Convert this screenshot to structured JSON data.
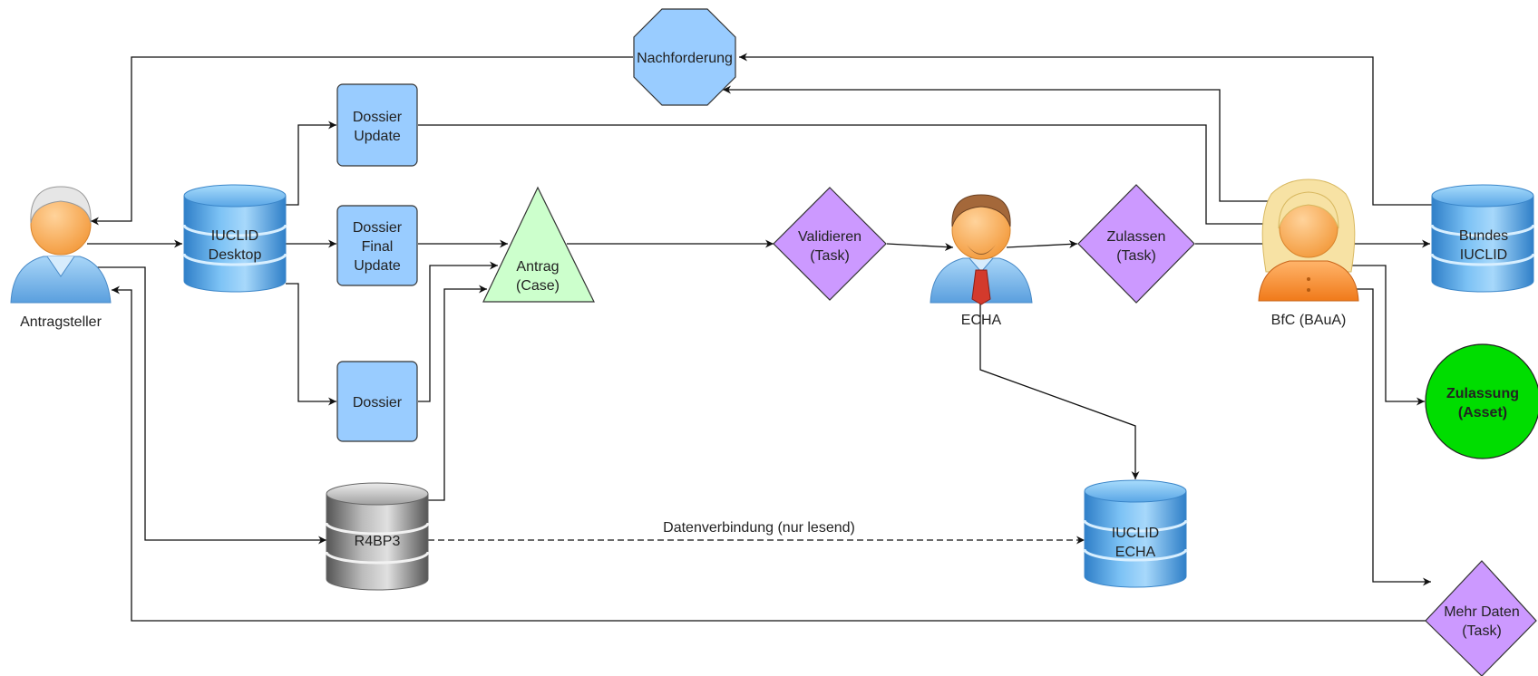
{
  "nodes": {
    "antragsteller": {
      "label": "Antragsteller",
      "icon": "person-gray-hair-icon"
    },
    "iuclid_desktop": {
      "line1": "IUCLID",
      "line2": "Desktop",
      "icon": "database-blue-icon"
    },
    "dossier_update": {
      "line1": "Dossier",
      "line2": "Update"
    },
    "dossier_final_update": {
      "line1": "Dossier",
      "line2": "Final",
      "line3": "Update"
    },
    "dossier": {
      "label": "Dossier"
    },
    "antrag_case": {
      "line1": "Antrag",
      "line2": "(Case)"
    },
    "r4bp3": {
      "label": "R4BP3",
      "icon": "database-gray-icon"
    },
    "nachforderung": {
      "label": "Nachforderung"
    },
    "validieren": {
      "line1": "Validieren",
      "line2": "(Task)"
    },
    "echa": {
      "label": "ECHA",
      "icon": "person-brown-hair-icon"
    },
    "zulassen": {
      "line1": "Zulassen",
      "line2": "(Task)"
    },
    "bfc": {
      "label": "BfC (BAuA)",
      "icon": "person-blonde-hair-icon"
    },
    "bundes_iuclid": {
      "line1": "Bundes",
      "line2": "IUCLID",
      "icon": "database-blue-icon"
    },
    "zulassung_asset": {
      "line1": "Zulassung",
      "line2": "(Asset)"
    },
    "iuclid_echa": {
      "line1": "IUCLID",
      "line2": "ECHA",
      "icon": "database-blue-icon"
    },
    "mehr_daten": {
      "line1": "Mehr Daten",
      "line2": "(Task)"
    }
  },
  "edges": {
    "datenverbindung": "Datenverbindung (nur lesend)"
  },
  "colors": {
    "box_fill": "#99ccff",
    "diamond_fill": "#cc99ff",
    "triangle_fill": "#ccffcc",
    "octagon_fill": "#99ccff",
    "asset_fill": "#00dd00",
    "db_blue": "#5aa6e6",
    "db_gray": "#9a9a9a"
  }
}
